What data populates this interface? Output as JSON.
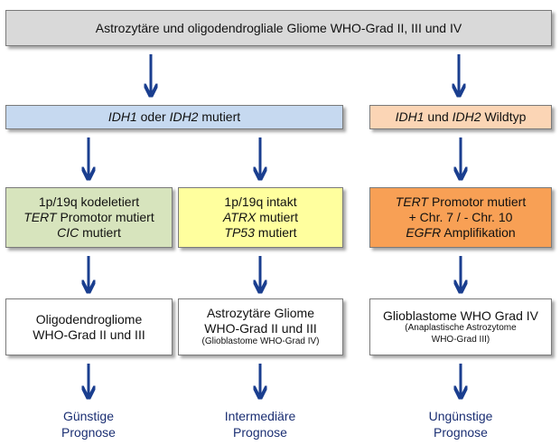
{
  "colors": {
    "header_fill": "#d9d9d9",
    "idh_mut_fill": "#c6d9f0",
    "idh_wt_fill": "#fbd5b5",
    "oligo_fill": "#d7e4bd",
    "astro_fill": "#ffff9e",
    "gbm_fill": "#f8a055",
    "result_fill": "#ffffff",
    "arrow": "#1a3e8f",
    "prognosis_text": "#1b2f73"
  },
  "header": {
    "text": "Astrozytäre und oligodendrogliale Gliome WHO-Grad II, III und IV"
  },
  "idh_mutated": {
    "gene1": "IDH1",
    "sep": " oder ",
    "gene2": "IDH2",
    "suffix": " mutiert"
  },
  "idh_wildtype": {
    "gene1": "IDH1",
    "sep": " und ",
    "gene2": "IDH2",
    "suffix": " Wildtyp"
  },
  "oligo_markers": {
    "line1": "1p/19q kodeletiert",
    "line2_gene": "TERT",
    "line2_rest": " Promotor mutiert",
    "line3_gene": "CIC",
    "line3_rest": " mutiert"
  },
  "astro_markers": {
    "line1": "1p/19q intakt",
    "line2_gene": "ATRX",
    "line2_rest": " mutiert",
    "line3_gene": "TP53",
    "line3_rest": " mutiert"
  },
  "gbm_markers": {
    "line1_gene": "TERT",
    "line1_rest": " Promotor mutiert",
    "line2": "+ Chr. 7 / - Chr. 10",
    "line3_gene": "EGFR",
    "line3_rest": " Amplifikation"
  },
  "oligo_result": {
    "line1": "Oligodendrogliome",
    "line2": "WHO-Grad II und III"
  },
  "astro_result": {
    "line1": "Astrozytäre Gliome",
    "line2": "WHO-Grad II und III",
    "note": "(Glioblastome WHO-Grad IV)"
  },
  "gbm_result": {
    "line1": "Glioblastome WHO Grad IV",
    "note1": "(Anaplastische Astrozytome",
    "note2": "WHO-Grad III)"
  },
  "prognosis": {
    "good": {
      "line1": "Günstige",
      "line2": "Prognose"
    },
    "mid": {
      "line1": "Intermediäre",
      "line2": "Prognose"
    },
    "bad": {
      "line1": "Ungünstige",
      "line2": "Prognose"
    }
  }
}
